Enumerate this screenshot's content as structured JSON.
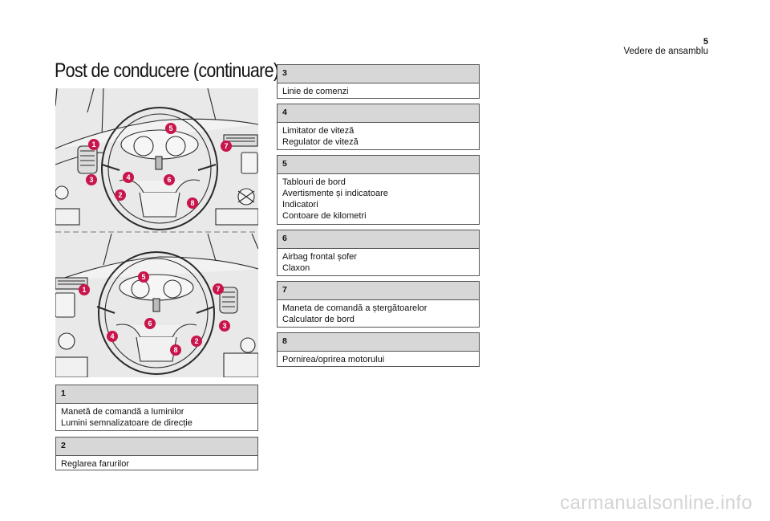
{
  "header": {
    "page_number": "5",
    "section": "Vedere de ansamblu"
  },
  "title": "Post de conducere (continuare)",
  "illustration": {
    "callouts_top": [
      "1",
      "2",
      "3",
      "4",
      "5",
      "6",
      "7",
      "8"
    ],
    "callouts_bottom": [
      "1",
      "2",
      "3",
      "4",
      "5",
      "6",
      "7",
      "8"
    ],
    "callout_color": "#c8154b"
  },
  "items": [
    {
      "number": "1",
      "lines": [
        "Manetă de comandă a luminilor",
        "Lumini semnalizatoare de direcție"
      ]
    },
    {
      "number": "2",
      "lines": [
        "Reglarea farurilor"
      ]
    },
    {
      "number": "3",
      "lines": [
        "Linie de comenzi"
      ]
    },
    {
      "number": "4",
      "lines": [
        "Limitator de viteză",
        "Regulator de viteză"
      ]
    },
    {
      "number": "5",
      "lines": [
        "Tablouri de bord",
        "Avertismente și indicatoare",
        "Indicatori",
        "Contoare de kilometri"
      ]
    },
    {
      "number": "6",
      "lines": [
        "Airbag frontal șofer",
        "Claxon"
      ]
    },
    {
      "number": "7",
      "lines": [
        "Maneta de comandă a ștergătoarelor",
        "Calculator de bord"
      ]
    },
    {
      "number": "8",
      "lines": [
        "Pornirea/oprirea motorului"
      ]
    }
  ],
  "watermark": "carmanualsonline.info"
}
